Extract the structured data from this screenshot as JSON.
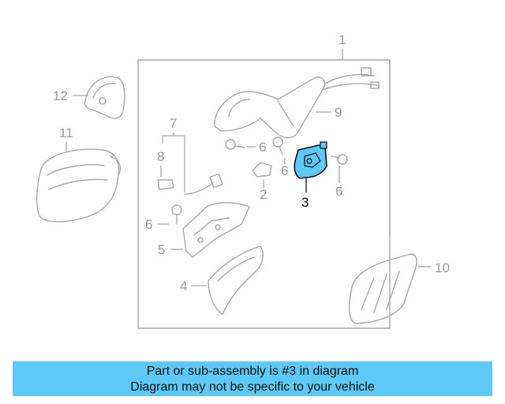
{
  "labels": {
    "l1": "1",
    "l2": "2",
    "l3": "3",
    "l4": "4",
    "l5": "5",
    "l6a": "6",
    "l6b": "6",
    "l6c": "6",
    "l6d": "6",
    "l7": "7",
    "l8": "8",
    "l9": "9",
    "l10": "10",
    "l11": "11",
    "l12": "12"
  },
  "caption": {
    "line1": "Part or sub-assembly is #3 in diagram",
    "line2": "Diagram may not be specific to your vehicle"
  },
  "colors": {
    "highlight": "#5ec8f8",
    "line_art": "#a8a8a8",
    "caption_bg": "#5ec8f8"
  }
}
